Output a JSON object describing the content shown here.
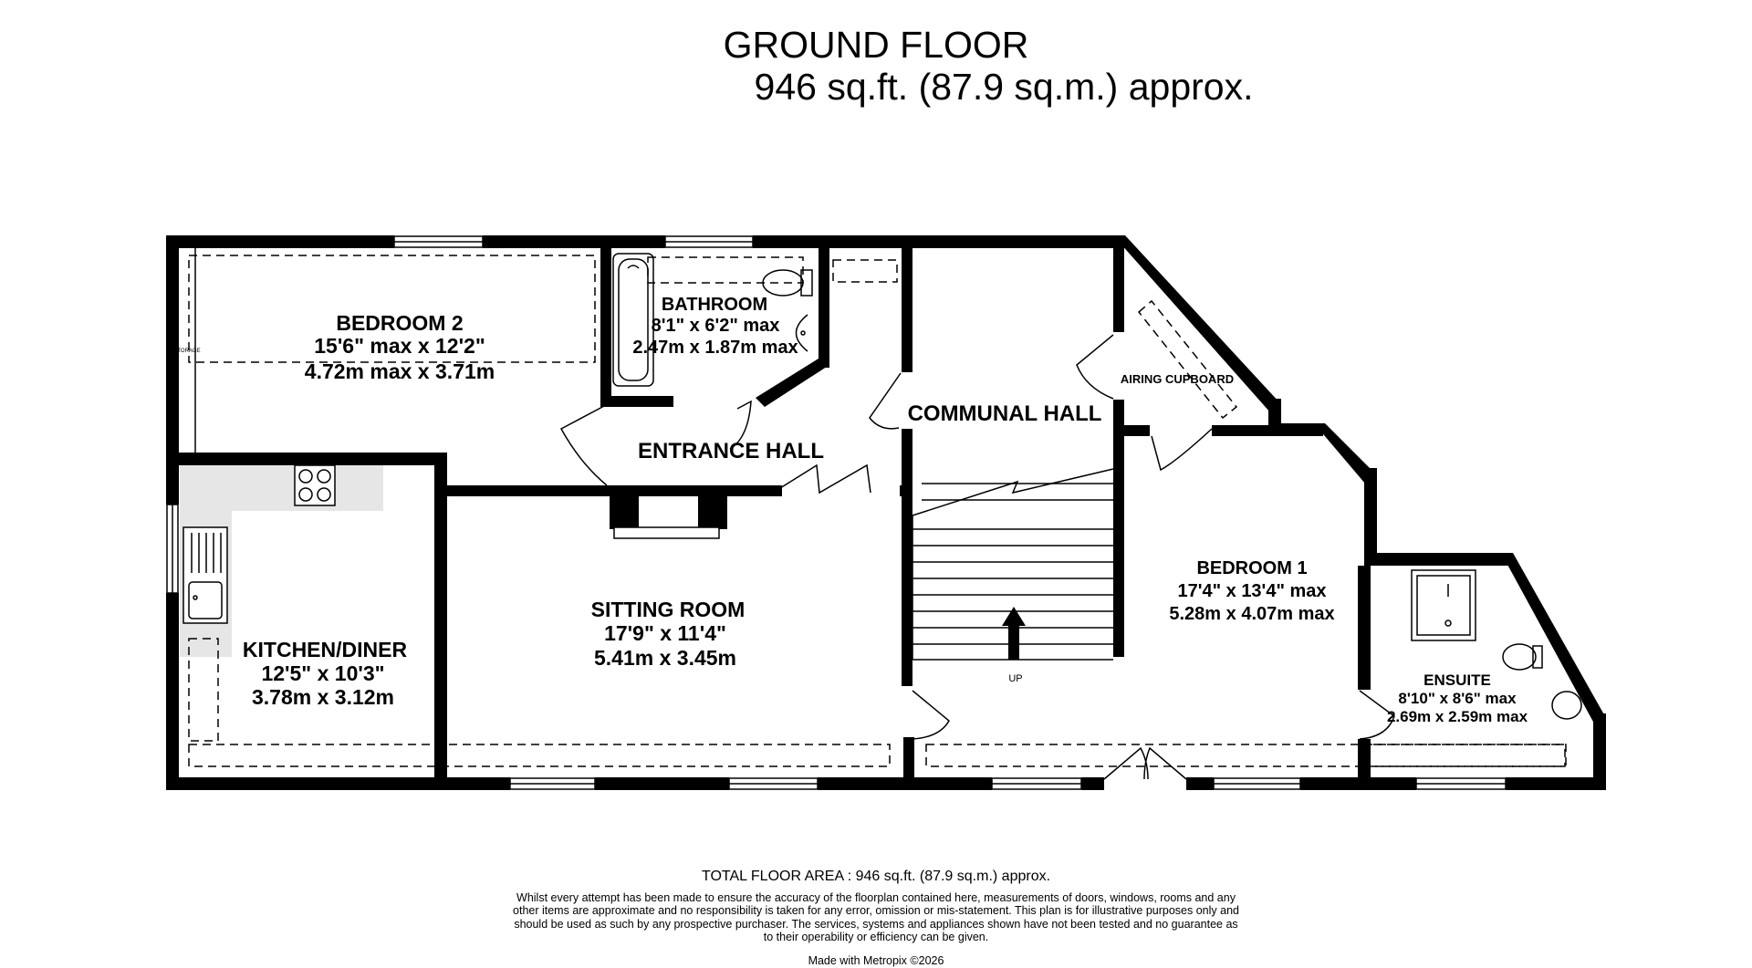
{
  "header": {
    "title": "GROUND FLOOR",
    "area": "946 sq.ft. (87.9 sq.m.) approx."
  },
  "rooms": {
    "bedroom2": {
      "name": "BEDROOM 2",
      "imperial": "15'6\" max x 12'2\"",
      "metric": "4.72m max x 3.71m"
    },
    "bathroom": {
      "name": "BATHROOM",
      "imperial": "8'1\"  x 6'2\" max",
      "metric": "2.47m  x 1.87m max"
    },
    "entrance_hall": {
      "name": "ENTRANCE HALL"
    },
    "communal_hall": {
      "name": "COMMUNAL HALL"
    },
    "airing_cupboard": {
      "name": "AIRING CUPBOARD"
    },
    "bedroom1": {
      "name": "BEDROOM 1",
      "imperial": "17'4\"  x 13'4\" max",
      "metric": "5.28m  x 4.07m max"
    },
    "sitting_room": {
      "name": "SITTING ROOM",
      "imperial": "17'9\"  x 11'4\"",
      "metric": "5.41m  x 3.45m"
    },
    "kitchen": {
      "name": "KITCHEN/DINER",
      "imperial": "12'5\"  x 10'3\"",
      "metric": "3.78m  x 3.12m"
    },
    "ensuite": {
      "name": "ENSUITE",
      "imperial": "8'10\"  x 8'6\" max",
      "metric": "2.69m  x 2.59m max"
    }
  },
  "labels": {
    "stairs": "UP",
    "storage": "STORAGE"
  },
  "footer": {
    "total": "TOTAL FLOOR AREA : 946 sq.ft. (87.9 sq.m.) approx.",
    "disclaimer": "Whilst every attempt has been made to ensure the accuracy of the floorplan contained here, measurements of doors, windows, rooms and any other items are approximate and no responsibility is taken for any error, omission or mis-statement. This plan is for illustrative purposes only and should be used as such by any prospective purchaser. The services, systems and appliances shown have not been tested and no guarantee as to their operability or efficiency can be given.",
    "made_with": "Made with Metropix ©2026"
  },
  "colors": {
    "wall": "#000000",
    "worktop": "#e6e6e6",
    "background": "#ffffff"
  }
}
